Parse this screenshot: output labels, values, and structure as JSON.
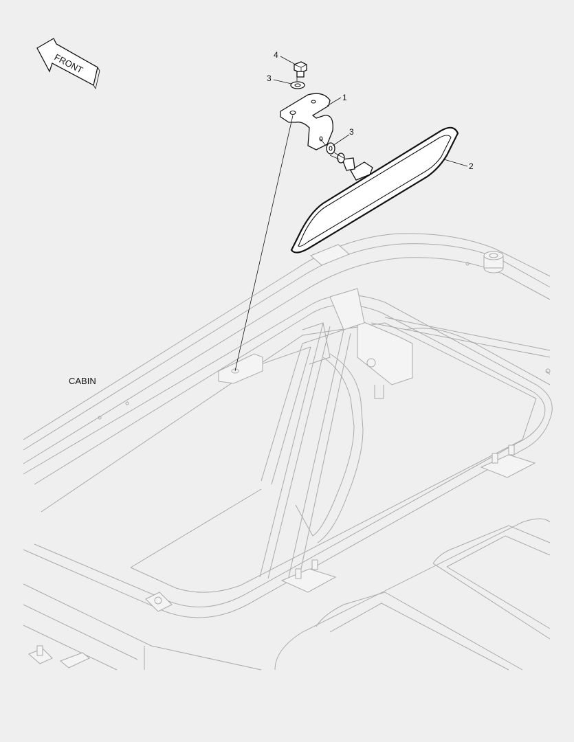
{
  "diagram": {
    "direction_label": "FRONT",
    "assembly_label": "CABIN",
    "callouts": [
      {
        "id": "callout-4",
        "text": "4"
      },
      {
        "id": "callout-3-top",
        "text": "3"
      },
      {
        "id": "callout-1",
        "text": "1"
      },
      {
        "id": "callout-3-side",
        "text": "3"
      },
      {
        "id": "callout-2",
        "text": "2"
      }
    ]
  }
}
